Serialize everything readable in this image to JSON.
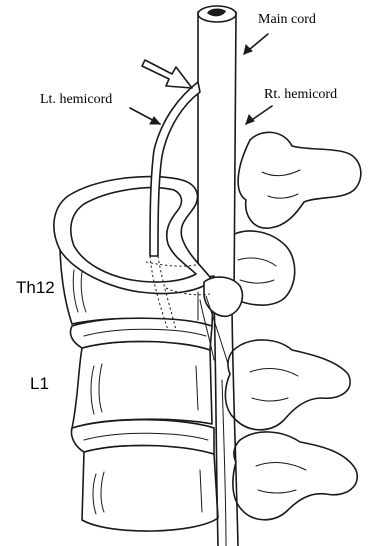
{
  "labels": {
    "main_cord": "Main cord",
    "lt_hemicord": "Lt. hemicord",
    "rt_hemicord": "Rt. hemicord",
    "th12": "Th12",
    "l1": "L1"
  }
}
